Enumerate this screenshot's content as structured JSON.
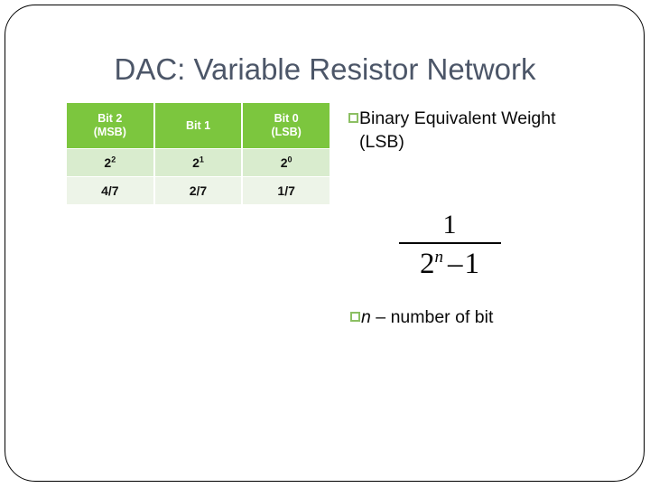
{
  "slide": {
    "title": "DAC: Variable Resistor Network",
    "title_color": "#4c5668",
    "background_color": "#ffffff",
    "border_color": "#000000"
  },
  "table": {
    "header_bg": "#7cc63e",
    "header_text_color": "#ffffff",
    "row_a_bg": "#d9ecce",
    "row_b_bg": "#edf4e8",
    "headers": [
      {
        "line1": "Bit 2",
        "line2": "(MSB)"
      },
      {
        "line1": "Bit 1",
        "line2": ""
      },
      {
        "line1": "Bit 0",
        "line2": "(LSB)"
      }
    ],
    "rows": [
      {
        "name": "power-row",
        "cells": [
          {
            "base": "2",
            "exp": "2"
          },
          {
            "base": "2",
            "exp": "1"
          },
          {
            "base": "2",
            "exp": "0"
          }
        ]
      },
      {
        "name": "fraction-row",
        "cells": [
          {
            "text": "4/7"
          },
          {
            "text": "2/7"
          },
          {
            "text": "1/7"
          }
        ]
      }
    ]
  },
  "right": {
    "bullet_glyph": "square-outline",
    "bullet_color": "#8cbf63",
    "binary_weight_text": "Binary Equivalent Weight (LSB)",
    "equation": {
      "numerator": "1",
      "denominator_base": "2",
      "denominator_exponent": "n",
      "denominator_minus": "–",
      "denominator_term": "1",
      "plain": "1 / (2^n - 1)"
    },
    "n_definition": {
      "symbol": "n",
      "dash": "–",
      "text": "number of bit"
    }
  }
}
